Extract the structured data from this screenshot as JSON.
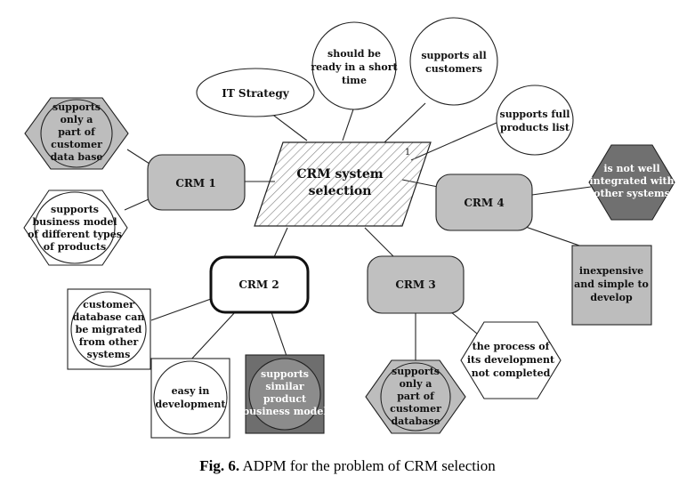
{
  "diagram": {
    "center": {
      "title_line1": "CRM system",
      "title_line2": "selection",
      "corner_mark": "1"
    },
    "nodes": {
      "crm1": "CRM 1",
      "crm2": "CRM 2",
      "crm3": "CRM 3",
      "crm4": "CRM 4",
      "it_strategy": "IT Strategy",
      "ready_short_time": [
        "should be",
        "ready in a short",
        "time"
      ],
      "supports_all_customers": [
        "supports all",
        "customers"
      ],
      "supports_full_products": [
        "supports full",
        "products list"
      ],
      "crm1_partial_db": [
        "supports",
        "only a",
        "part of",
        "customer",
        "data base"
      ],
      "crm1_business_model": [
        "supports",
        "business model",
        "of different types",
        "of products"
      ],
      "crm2_migrated": [
        "customer",
        "database can",
        "be migrated",
        "from other",
        "systems"
      ],
      "crm2_easy_dev": [
        "easy in",
        "development"
      ],
      "crm2_similar_model": [
        "supports",
        "similar",
        "product",
        "business model"
      ],
      "crm3_partial_db": [
        "supports",
        "only a",
        "part of",
        "customer",
        "database"
      ],
      "crm3_dev_incomplete": [
        "the process of",
        "its development",
        "not completed"
      ],
      "crm4_not_integrated": [
        "is not well",
        "integrated with",
        "other systems"
      ],
      "crm4_inexpensive": [
        "inexpensive",
        "and simple to",
        "develop"
      ]
    }
  },
  "caption": {
    "label": "Fig. 6.",
    "text": "ADPM for the problem of CRM selection"
  }
}
